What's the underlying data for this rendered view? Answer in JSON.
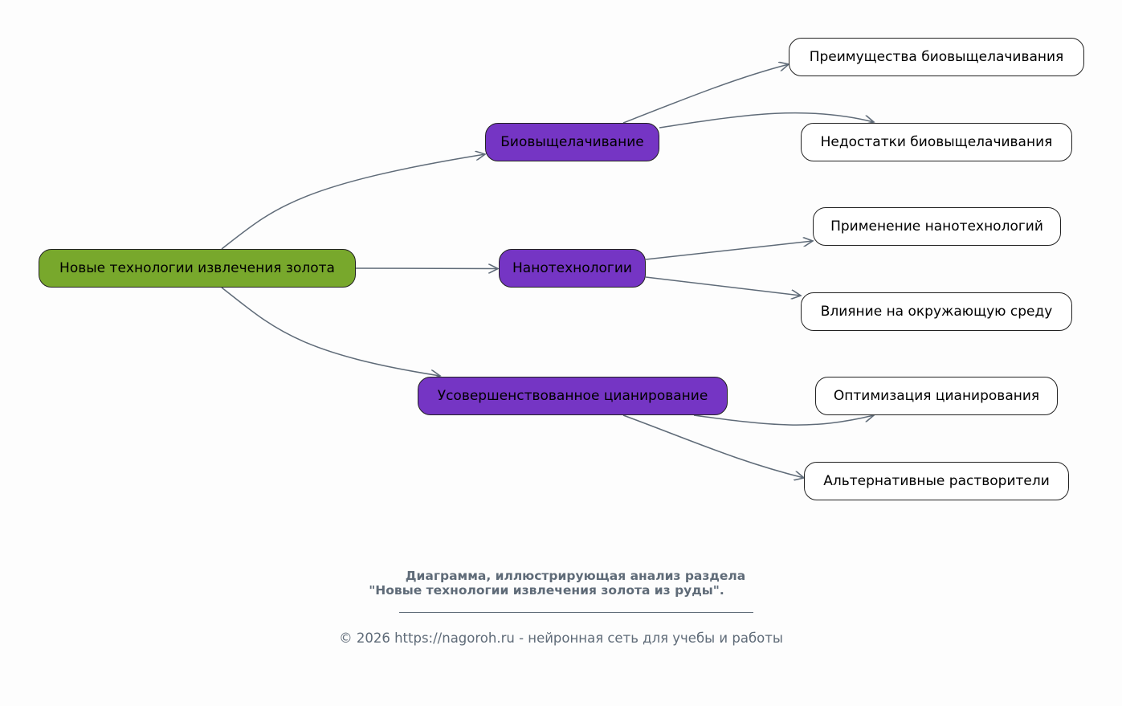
{
  "diagram": {
    "root": {
      "label": "Новые технологии извлечения золота",
      "color": "#78a82c"
    },
    "branches": [
      {
        "label": "Биовыщелачивание",
        "color": "#7535c4",
        "children": [
          "Преимущества биовыщелачивания",
          "Недостатки биовыщелачивания"
        ]
      },
      {
        "label": "Нанотехнологии",
        "color": "#7535c4",
        "children": [
          "Применение нанотехнологий",
          "Влияние на окружающую среду"
        ]
      },
      {
        "label": "Усовершенствованное цианирование",
        "color": "#7535c4",
        "children": [
          "Оптимизация цианирования",
          "Альтернативные растворители"
        ]
      }
    ],
    "edge_color": "#5f6b78",
    "leaf_color": "#ffffff"
  },
  "caption": {
    "line1": "Диаграмма, иллюстрирующая анализ раздела",
    "line2": "\"Новые технологии извлечения золота из руды\".",
    "footer": "© 2026 https://nagoroh.ru - нейронная сеть для учебы и работы"
  }
}
